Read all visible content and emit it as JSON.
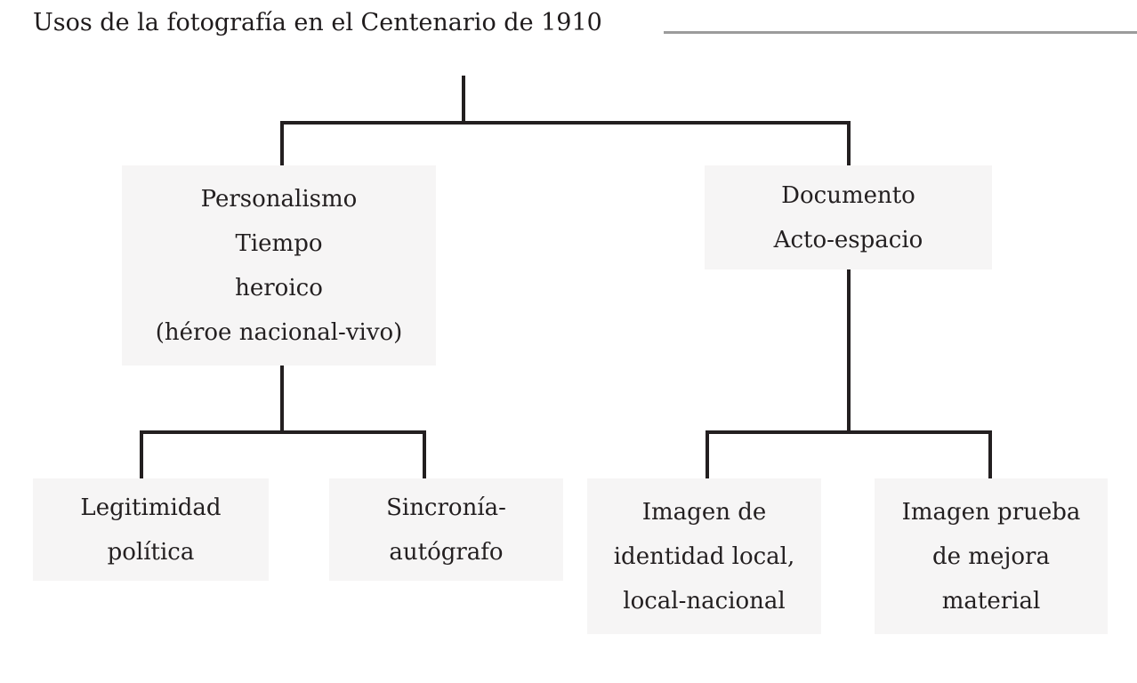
{
  "page": {
    "title": "Usos de la fotografía en el Centenario de 1910"
  },
  "colors": {
    "background": "#ffffff",
    "node_background": "#f6f5f5",
    "text": "#231f20",
    "connector_line": "#231f20",
    "title_rule": "#9b9b9b"
  },
  "diagram": {
    "type": "tree",
    "root_label": "",
    "level1": [
      {
        "id": "personalismo",
        "lines": [
          "Personalismo",
          "Tiempo",
          "heroico",
          "(héroe nacional-vivo)"
        ]
      },
      {
        "id": "documento",
        "lines": [
          "Documento",
          "Acto-espacio"
        ]
      }
    ],
    "level2": [
      {
        "id": "legitimidad-politica",
        "parent": "personalismo",
        "lines": [
          "Legitimidad",
          "política"
        ]
      },
      {
        "id": "sincronia-autografo",
        "parent": "personalismo",
        "lines": [
          "Sincronía-",
          "autógrafo"
        ]
      },
      {
        "id": "imagen-identidad",
        "parent": "documento",
        "lines": [
          "Imagen de",
          "identidad local,",
          "local-nacional"
        ]
      },
      {
        "id": "imagen-mejora",
        "parent": "documento",
        "lines": [
          "Imagen prueba",
          "de mejora",
          "material"
        ]
      }
    ]
  }
}
